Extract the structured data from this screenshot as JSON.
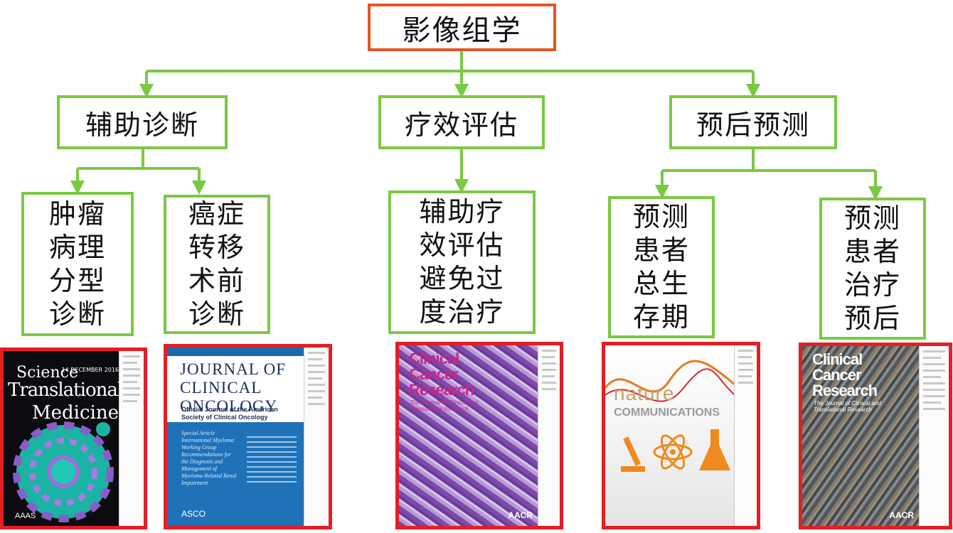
{
  "root": "影像组学",
  "categories": [
    {
      "label": "辅助诊断"
    },
    {
      "label": "疗效评估"
    },
    {
      "label": "预后预测"
    }
  ],
  "leaves": [
    {
      "text": "肿瘤\n病理\n分型\n诊断"
    },
    {
      "text": "癌症\n转移\n术前\n诊断"
    },
    {
      "text": "辅助疗\n效评估\n避免过\n度治疗"
    },
    {
      "text": "预测\n患者\n总生\n存期"
    },
    {
      "text": "预测\n患者\n治疗\n预后"
    }
  ],
  "covers": {
    "stm": {
      "line1": "Science",
      "line2": "Translational",
      "line3": "Medicine",
      "date": "14 DECEMBER 2016",
      "publisher": "AAAS"
    },
    "jco": {
      "title_line1": "JOURNAL OF",
      "title_line2": "CLINICAL",
      "title_line3": "ONCOLOGY",
      "subtitle": "Official Journal of the American Society of Clinical Oncology",
      "feature": "Special Article International Myeloma Working Group Recommendations for the Diagnosis and Management of Myeloma-Related Renal Impairment",
      "publisher": "ASCO"
    },
    "ccr_a": {
      "title": "Clinical Cancer Research",
      "subtitle": "The Journal of Clinical and Translational Research",
      "publisher": "AACR"
    },
    "nc": {
      "word1": "nature",
      "word2": "COMMUNICATIONS"
    },
    "ccr_b": {
      "title": "Clinical Cancer Research",
      "subtitle": "The Journal of Clinical and Translational Research",
      "publisher": "AACR"
    }
  },
  "colors": {
    "root_border": "#e8541f",
    "node_border": "#7ac943",
    "cover_frame": "#e31e24"
  }
}
